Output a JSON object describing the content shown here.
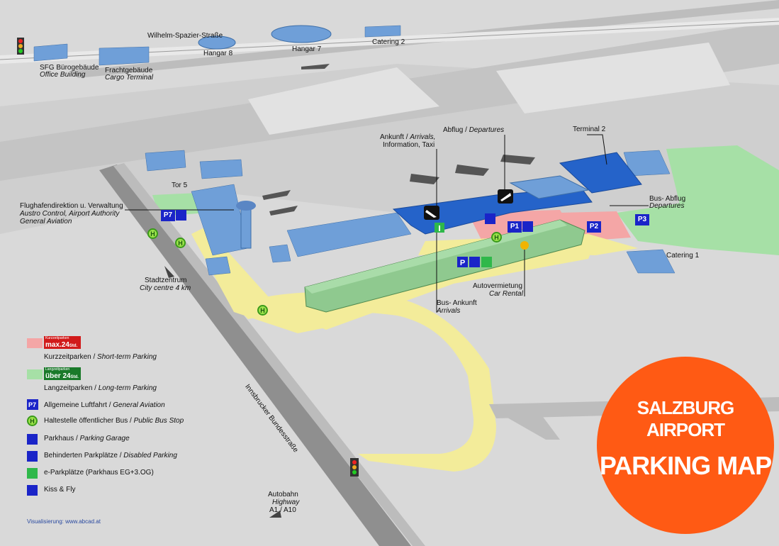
{
  "badge": {
    "line1": "SALZBURG AIRPORT",
    "line2": "PARKING MAP",
    "color": "#ff5a14"
  },
  "labels": {
    "street_top": "Wilhelm-Spazier-Straße",
    "hangar8": "Hangar 8",
    "hangar7": "Hangar 7",
    "catering2": "Catering 2",
    "sfg_de": "SFG Bürogebäude",
    "sfg_en": "Office Building",
    "fracht_de": "Frachtgebäude",
    "fracht_en": "Cargo Terminal",
    "arrivals_de": "Ankunft /",
    "arrivals_en": "Arrivals,",
    "arrivals_info": "Information, Taxi",
    "departures_de": "Abflug /",
    "departures_en": "Departures",
    "terminal2": "Terminal 2",
    "bus_abflug_de": "Bus- Abflug",
    "bus_abflug_en": "Departures",
    "tor5": "Tor 5",
    "fd_de": "Flughafendirektion u. Verwaltung",
    "fd_en1": "Austro Control, Airport Authority",
    "fd_en2": "General Aviation",
    "catering1": "Catering 1",
    "stadt_de": "Stadtzentrum",
    "stadt_en": "City centre 4 km",
    "car_de": "Autovermietung",
    "car_en": "Car Rental",
    "bus_ankunft_de": "Bus- Ankunft",
    "bus_ankunft_en": "Arrivals",
    "innsbrucker": "Innsbrucker Bundesstraße",
    "autobahn_de": "Autobahn",
    "autobahn_en": "Highway",
    "autobahn_num": "A1 / A10",
    "credit": "Visualisierung: www.abcad.at"
  },
  "signs": {
    "p7": "P7",
    "p1": "P1",
    "p2": "P2",
    "p3": "P3",
    "h": "H"
  },
  "legend": {
    "short_tag_small": "Kurzzeitparken",
    "short_tag": "max.24",
    "short_tag_unit": "Std.",
    "short_de": "Kurzzeitparken /",
    "short_en": "Short-term Parking",
    "long_tag_small": "Langzeitparken",
    "long_tag": "über 24",
    "long_tag_unit": "Std.",
    "long_de": "Langzeitparken /",
    "long_en": "Long-term Parking",
    "ga_icon": "P7",
    "ga_de": "Allgemeine Luftfahrt /",
    "ga_en": "General Aviation",
    "bus_icon": "H",
    "bus_de": "Haltestelle öffentlicher Bus /",
    "bus_en": "Public Bus Stop",
    "garage_de": "Parkhaus /",
    "garage_en": "Parking Garage",
    "disabled_de": "Behinderten Parkplätze /",
    "disabled_en": "Disabled Parking",
    "epark": "e-Parkplätze (Parkhaus EG+3.OG)",
    "kiss": "Kiss & Fly"
  },
  "colors": {
    "short_term": "#f4a6a6",
    "long_term": "#a6e0a6",
    "sign_blue": "#1a24c8",
    "terminal_blue": "#2563c9",
    "building": "#6f9fd8",
    "garage": "#8fc98f",
    "road": "#f3ec9a"
  }
}
